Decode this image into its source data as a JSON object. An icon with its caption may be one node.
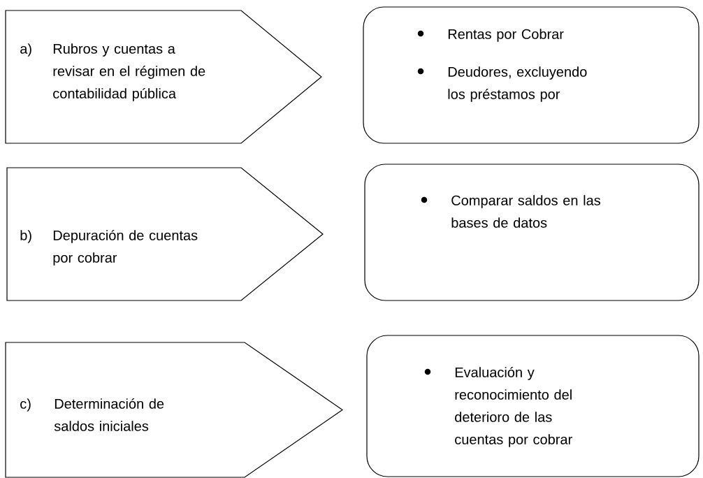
{
  "diagram": {
    "nodes": [
      {
        "text": [
          "a)",
          "Rubros y cuentas a revisar en el régimen de contabilidad pública"
        ]
      },
      {
        "text": [
          "Rentas por Cobrar",
          "Deudores, excluyendo los préstamos por"
        ]
      },
      {
        "text": [
          "b)",
          "Depuración de cuentas por cobrar"
        ]
      },
      {
        "text": [
          "Comparar saldos en las bases de datos"
        ]
      },
      {
        "text": [
          "c)",
          "Determinación de saldos iniciales"
        ]
      },
      {
        "text": [
          "Evaluación y reconocimiento del deterioro de las cuentas por cobrar"
        ]
      }
    ]
  }
}
